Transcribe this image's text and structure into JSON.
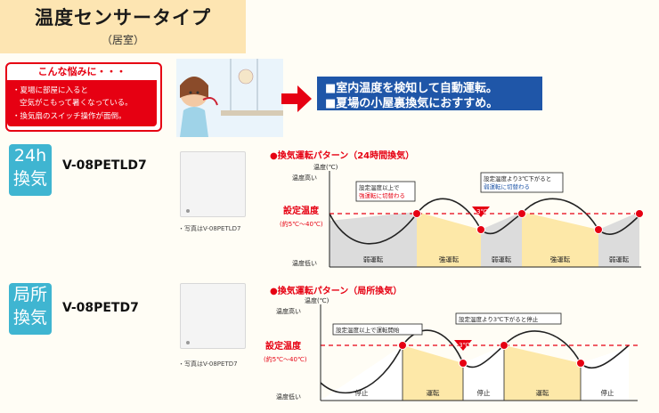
{
  "header": {
    "title": "温度センサータイプ",
    "subtitle": "（居室）"
  },
  "worry": {
    "heading": "こんな悩みに・・・",
    "lines": [
      "・夏場に部屋に入ると",
      "空気がこもって暑くなっている。",
      "・換気扇のスイッチ操作が面倒。"
    ]
  },
  "features": [
    "■室内温度を検知して自動運転。",
    "■夏場の小屋裏換気におすすめ。"
  ],
  "products": [
    {
      "badge": [
        "24h",
        "換気"
      ],
      "model": "V-08PETLD7",
      "photo_caption": "・写真はV-08PETLD7",
      "pattern_title": "●換気運転パターン（24時間換気）",
      "axis_label": "温度(℃)",
      "axis_high": "温度高い",
      "axis_low": "温度低い",
      "setpoint_label": "設定温度",
      "setpoint_range": "(約5℃〜40℃)",
      "callout_up": [
        "設定温度以上で",
        "強運転に切替わる"
      ],
      "callout_down": [
        "設定温度より3℃下がると",
        "弱運転に切替わる"
      ],
      "drop_badge": "-3℃",
      "segments": [
        "弱運転",
        "強運転",
        "弱運転",
        "強運転",
        "弱運転"
      ]
    },
    {
      "badge": [
        "局所",
        "換気"
      ],
      "model": "V-08PETD7",
      "photo_caption": "・写真はV-08PETD7",
      "pattern_title": "●換気運転パターン（局所換気）",
      "axis_label": "温度(℃)",
      "axis_high": "温度高い",
      "axis_low": "温度低い",
      "setpoint_label": "設定温度",
      "setpoint_range": "(約5℃〜40℃)",
      "callout_up": [
        "設定温度以上で運転開始"
      ],
      "callout_down": [
        "設定温度より3℃下がると停止"
      ],
      "drop_badge": "-3℃",
      "segments": [
        "停止",
        "運転",
        "停止",
        "運転",
        "停止"
      ]
    }
  ],
  "colors": {
    "accent_red": "#e60012",
    "badge_blue": "#3fb5d1",
    "feature_blue": "#1f56a8",
    "on_fill": "#fde8a8",
    "off_fill": "#dcdcdc"
  }
}
